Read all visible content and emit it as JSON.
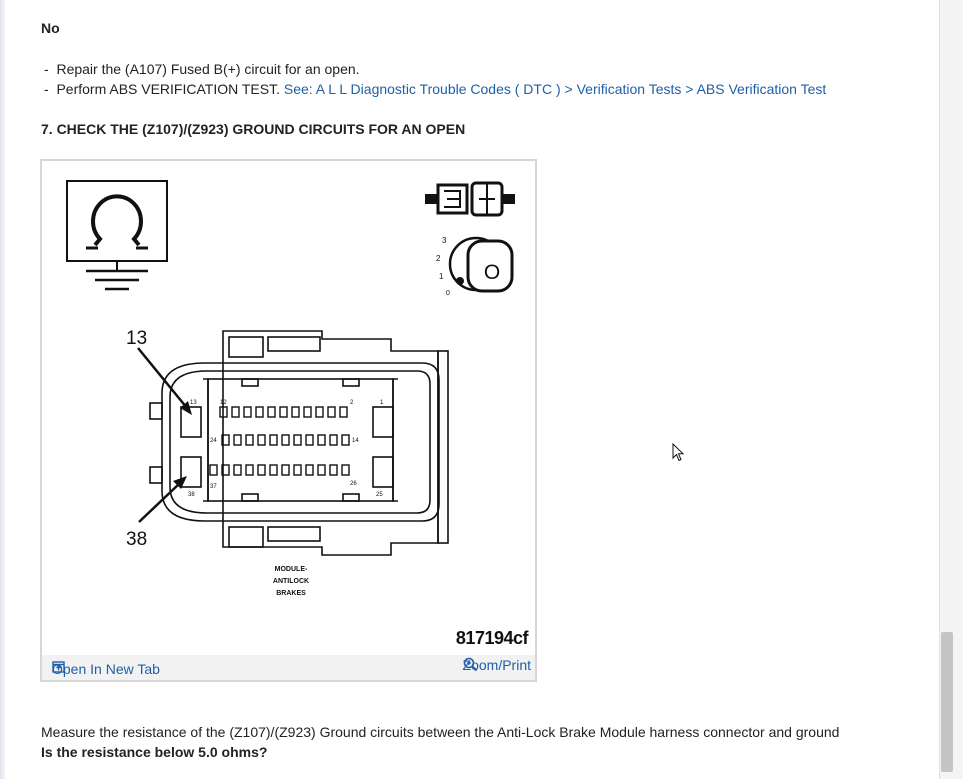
{
  "answer_no": {
    "heading": "No"
  },
  "steps": [
    {
      "bullet": "-",
      "text": "Repair the (A107) Fused B(+) circuit for an open."
    },
    {
      "bullet": "-",
      "text": "Perform ABS VERIFICATION TEST.",
      "link": "See: A L L Diagnostic Trouble Codes ( DTC ) > Verification Tests > ABS Verification Test"
    }
  ],
  "section_heading": "7. CHECK THE (Z107)/(Z923) GROUND CIRCUITS FOR AN OPEN",
  "figure": {
    "code": "817194cf",
    "callout_top": "13",
    "callout_bottom": "38",
    "module_label_lines": [
      "MODULE-",
      "ANTILOCK",
      "BRAKES"
    ],
    "pin_labels": {
      "p12": "12",
      "p2": "2",
      "p1": "1",
      "p13": "13",
      "p24": "24",
      "p14": "14",
      "p37": "37",
      "p26": "26",
      "p25": "25",
      "p38": "38"
    },
    "ignition_positions": [
      "3",
      "2",
      "1",
      "0"
    ],
    "ignition_key_label": "O",
    "open_tab_label": "Open In New Tab",
    "zoom_label": "Zoom/Print",
    "icons": [
      "ohmmeter-ground-icon",
      "disconnected-connector-icon",
      "ignition-key-icon"
    ]
  },
  "instruction": "Measure the resistance of the (Z107)/(Z923) Ground circuits between the Anti-Lock Brake Module harness connector and ground",
  "question": "Is the resistance below 5.0 ohms?",
  "colors": {
    "link": "#1f5fa8",
    "text": "#222222",
    "footer_bg": "#f2f2f2"
  }
}
